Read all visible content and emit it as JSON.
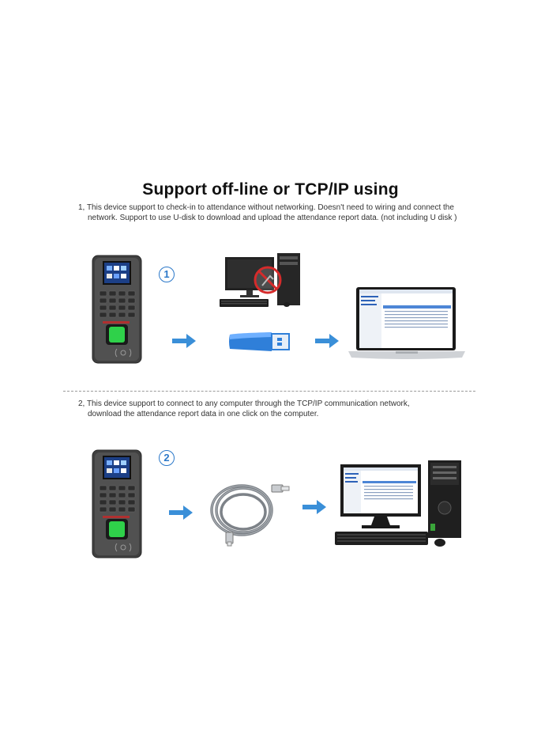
{
  "title": "Support off-line or TCP/IP using",
  "section1": {
    "line1": "1, This device support to check-in to attendance without networking. Doesn't need to wiring and connect the",
    "line2": "network. Support to use U-disk to download and upload the attendance report data. (not including U disk )",
    "badge": "1"
  },
  "section2": {
    "line1": "2, This device support to connect to any computer through the TCP/IP communication network,",
    "line2": "download the attendance report data in one click on the computer.",
    "badge": "2"
  },
  "colors": {
    "accent": "#2b78c9",
    "arrow": "#3a8fd8",
    "device": "#4a4a4a",
    "fingerprint": "#2fd14a",
    "usb": "#2f7fd9"
  },
  "icons": [
    "attendance-device-icon",
    "desktop-computer-icon",
    "no-network-icon",
    "usb-drive-icon",
    "laptop-icon",
    "ethernet-cable-icon",
    "arrow-right-icon"
  ]
}
